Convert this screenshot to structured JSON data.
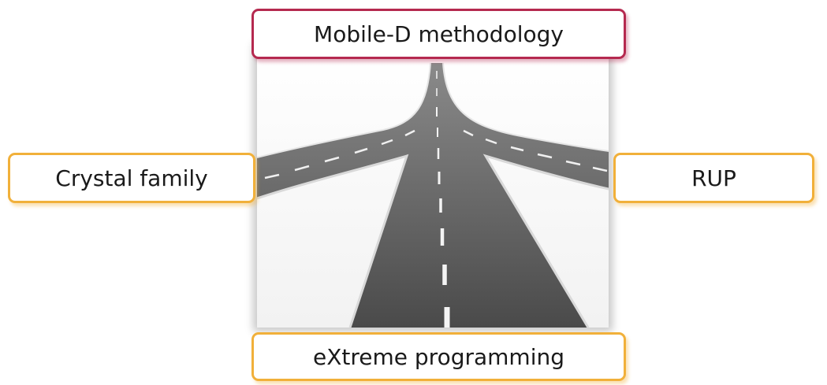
{
  "diagram": {
    "center_image": "road-fork-image",
    "nodes": {
      "top": {
        "label": "Mobile-D methodology"
      },
      "left": {
        "label": "Crystal family"
      },
      "right": {
        "label": "RUP"
      },
      "bottom": {
        "label": "eXtreme programming"
      }
    },
    "colors": {
      "top_border": "#b5294f",
      "other_border": "#f1b03a"
    }
  }
}
